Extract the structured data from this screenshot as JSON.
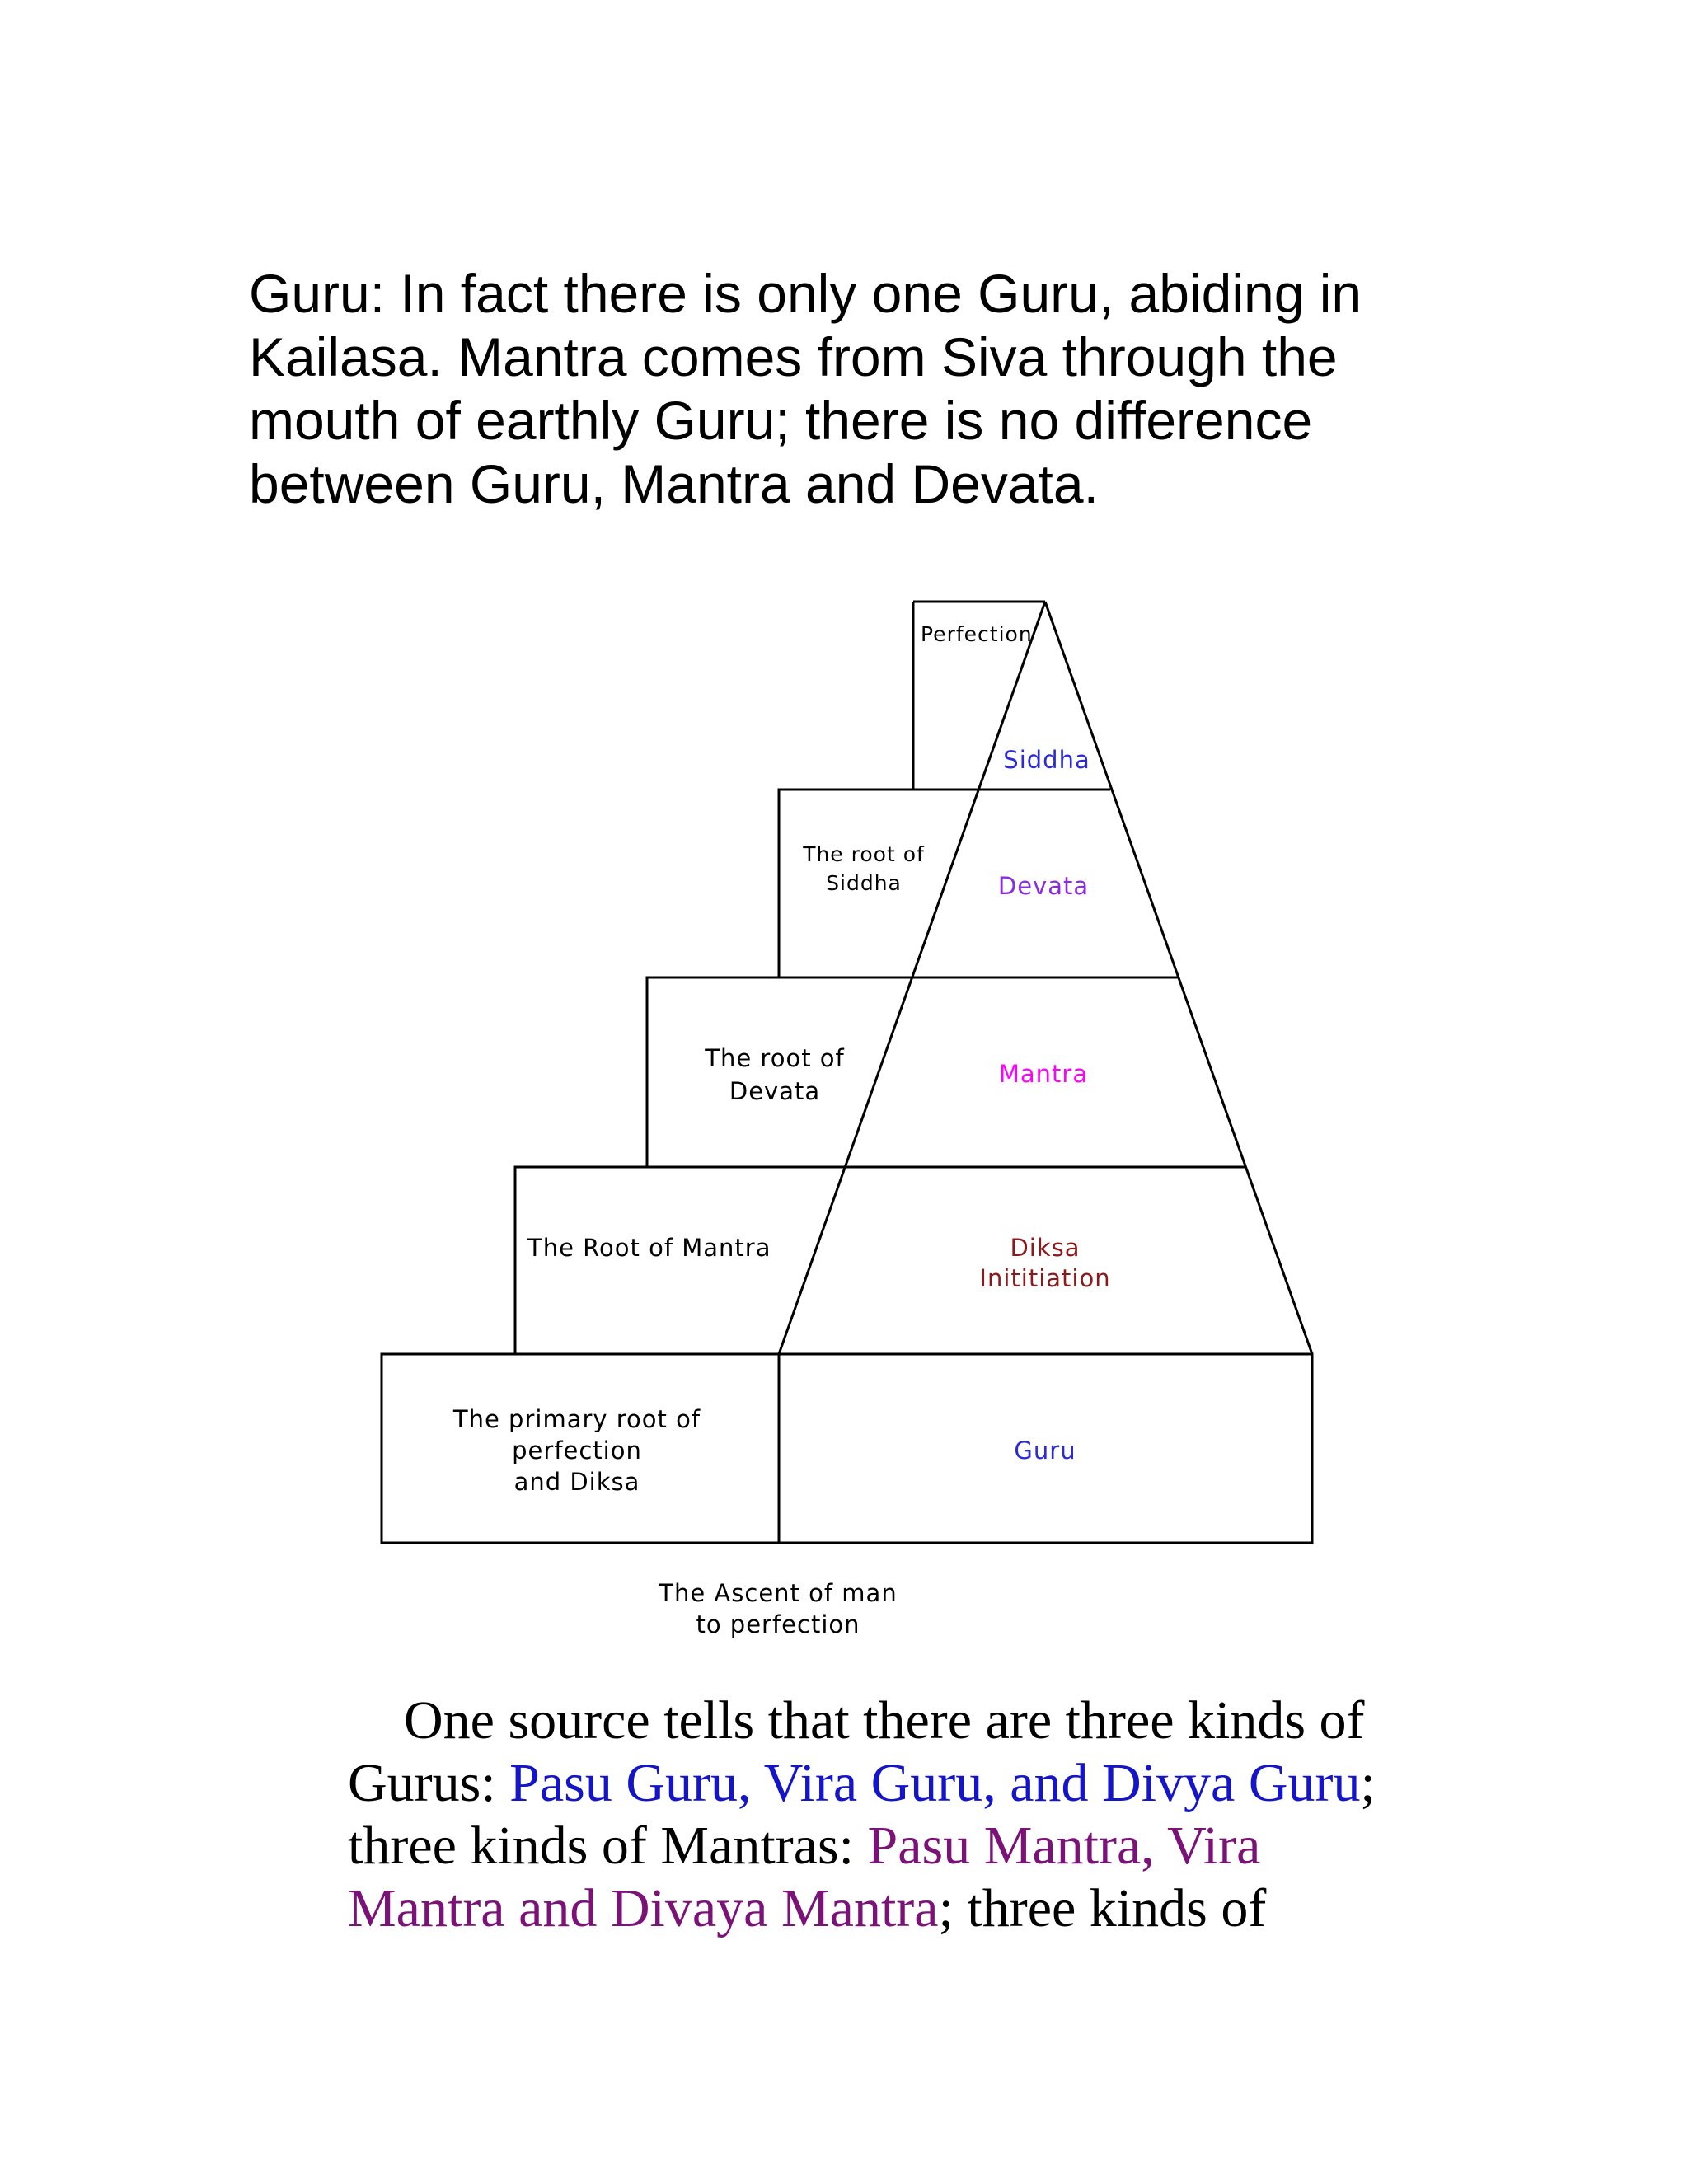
{
  "intro": {
    "lines": [
      "Guru:  In fact there is only one Guru, abiding in",
      "Kailasa.  Mantra comes from Siva through the",
      "mouth of earthly Guru; there is no difference",
      "between Guru, Mantra and Devata."
    ]
  },
  "diagram": {
    "left_labels": {
      "perfection": "Perfection",
      "root_siddha_1": "The root of",
      "root_siddha_2": "Siddha",
      "root_devata_1": "The root of",
      "root_devata_2": "Devata",
      "root_mantra": "The Root of Mantra",
      "primary_1": "The primary root of",
      "primary_2": "perfection",
      "primary_3": "and Diksa"
    },
    "right_labels": {
      "siddha": "Siddha",
      "devata": "Devata",
      "mantra": "Mantra",
      "diksa_1": "Diksa",
      "diksa_2": "Inititiation",
      "guru": "Guru"
    },
    "caption_1": "The Ascent of man",
    "caption_2": "to perfection",
    "colors": {
      "siddha": "#2b2bd6",
      "devata": "#8a2be2",
      "mantra": "#ff00ff",
      "diksa": "#8b1a1a",
      "guru": "#2b2bd6"
    }
  },
  "body": {
    "line1": "One source tells that there are three kinds of",
    "line2_a": "Gurus: ",
    "line2_b": "Pasu Guru, Vira Guru, and Divya  Guru",
    "line2_c": ";",
    "line3_a": "three kinds of Mantras: ",
    "line3_b": "Pasu Mantra, Vira",
    "line4_a": "Mantra and Divaya  Mantra",
    "line4_b": "; three kinds of"
  }
}
